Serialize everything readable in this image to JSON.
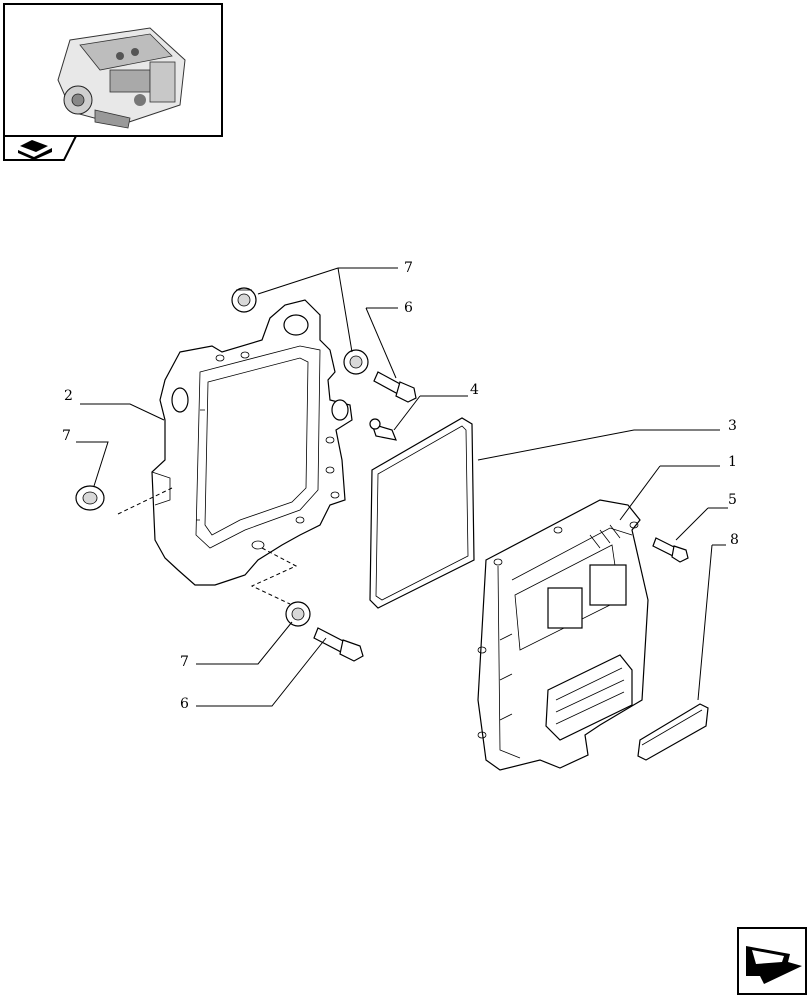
{
  "thumbnail": {
    "icon": "engine-thumbnail-icon",
    "tab_icon": "book-icon"
  },
  "nav": {
    "icon": "next-page-arrow-icon"
  },
  "callouts": {
    "c1": "1",
    "c2": "2",
    "c3": "3",
    "c4": "4",
    "c5": "5",
    "c6_top": "6",
    "c6_bottom": "6",
    "c7_top": "7",
    "c7_left": "7",
    "c7_bottom": "7",
    "c8": "8"
  }
}
